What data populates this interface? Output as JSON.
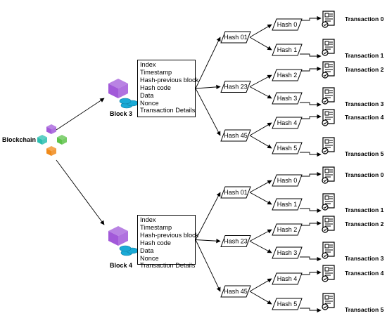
{
  "root": {
    "label": "Blockchain"
  },
  "colors": {
    "cube_purple": "#a259d9",
    "coin_blue": "#1aaad6",
    "cube_green": "#5ec34a",
    "cube_orange": "#f08a1a",
    "cube_teal": "#2bbfb0"
  },
  "blocks": [
    {
      "label": "Block 3",
      "fields": [
        "Index",
        "Timestamp",
        "Hash-previous block",
        "Hash code",
        "Data",
        "Nonce",
        "Transaction Details"
      ],
      "groups": [
        {
          "hash": "Hash 01",
          "children": [
            {
              "hash": "Hash 0",
              "transaction": "Transaction 0"
            },
            {
              "hash": "Hash 1",
              "transaction": "Transaction 1"
            }
          ]
        },
        {
          "hash": "Hash 23",
          "children": [
            {
              "hash": "Hash 2",
              "transaction": "Transaction 2"
            },
            {
              "hash": "Hash 3",
              "transaction": "Transaction 3"
            }
          ]
        },
        {
          "hash": "Hash 45",
          "children": [
            {
              "hash": "Hash 4",
              "transaction": "Transaction 4"
            },
            {
              "hash": "Hash 5",
              "transaction": "Transaction 5"
            }
          ]
        }
      ]
    },
    {
      "label": "Block 4",
      "fields": [
        "Index",
        "Timestamp",
        "Hash-previous block",
        "Hash code",
        "Data",
        "Nonce",
        "Transaction Details"
      ],
      "groups": [
        {
          "hash": "Hash 01",
          "children": [
            {
              "hash": "Hash 0",
              "transaction": "Transaction 0"
            },
            {
              "hash": "Hash 1",
              "transaction": "Transaction 1"
            }
          ]
        },
        {
          "hash": "Hash 23",
          "children": [
            {
              "hash": "Hash 2",
              "transaction": "Transaction 2"
            },
            {
              "hash": "Hash 3",
              "transaction": "Transaction 3"
            }
          ]
        },
        {
          "hash": "Hash 45",
          "children": [
            {
              "hash": "Hash 4",
              "transaction": "Transaction 4"
            },
            {
              "hash": "Hash 5",
              "transaction": "Transaction 5"
            }
          ]
        }
      ]
    }
  ]
}
